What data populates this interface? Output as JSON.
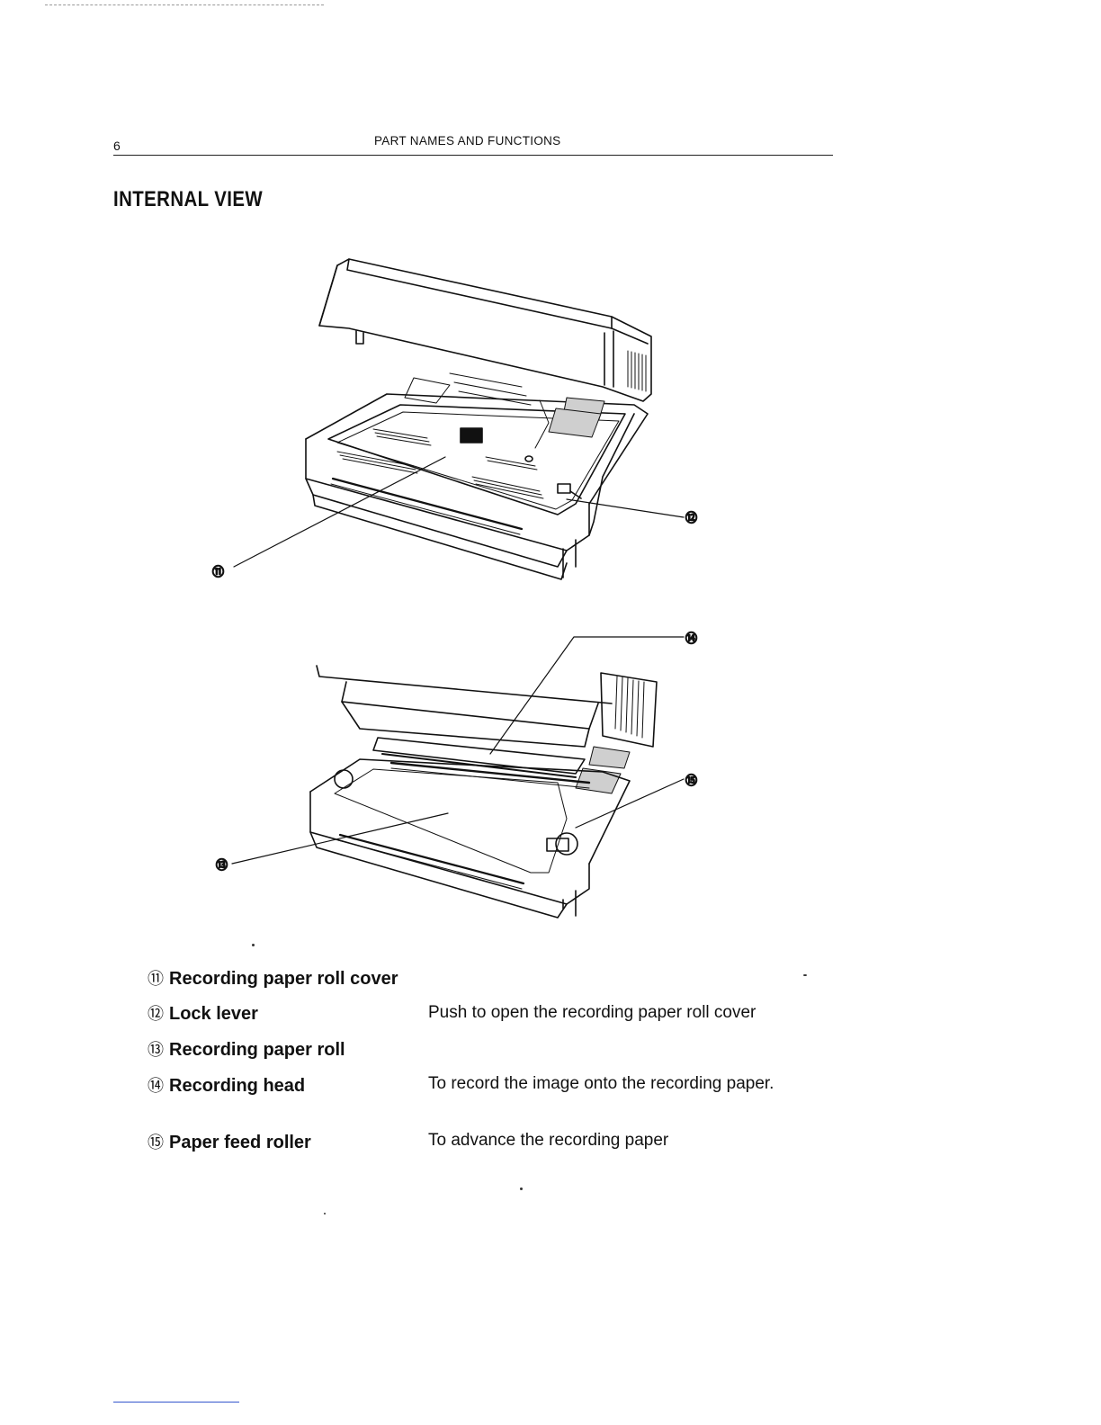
{
  "header": {
    "page_number": "6",
    "running_title": "PART NAMES AND FUNCTIONS"
  },
  "section": {
    "title": "INTERNAL VIEW"
  },
  "figure": {
    "callouts": {
      "c11": "⑪",
      "c12": "⑫",
      "c13": "⑬",
      "c14": "⑭",
      "c15": "⑮"
    }
  },
  "parts": [
    {
      "number": "⑪",
      "name": "Recording paper roll cover",
      "description": ""
    },
    {
      "number": "⑫",
      "name": "Lock lever",
      "description": "Push to open the recording paper roll cover"
    },
    {
      "number": "⑬",
      "name": "Recording paper roll",
      "description": ""
    },
    {
      "number": "⑭",
      "name": "Recording head",
      "description": "To record the image onto the recording paper."
    },
    {
      "number": "⑮",
      "name": "Paper feed roller",
      "description": "To advance the recording paper"
    }
  ]
}
